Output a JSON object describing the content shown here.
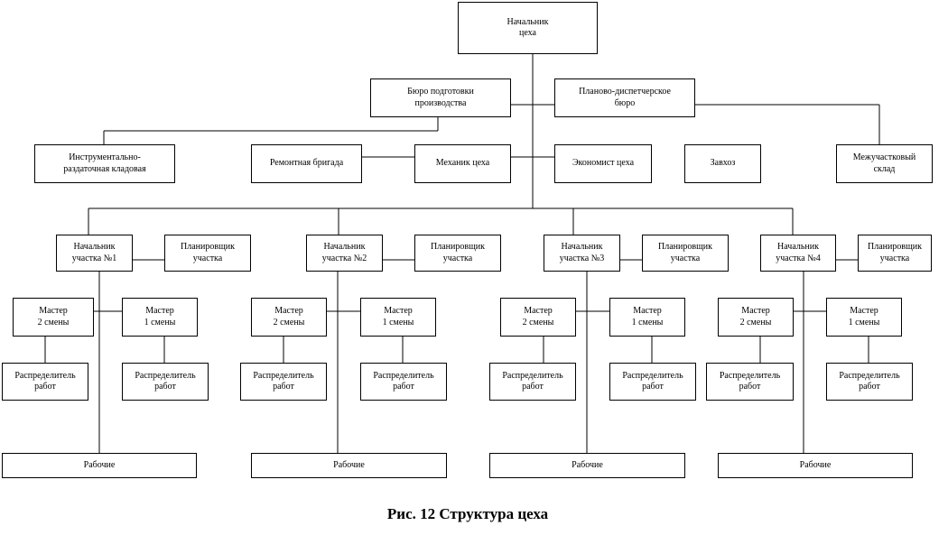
{
  "chart_data": {
    "type": "org-chart",
    "nodes": {
      "head": "Начальник\nцеха",
      "prep_bureau": "Бюро подготовки\nпроизводства",
      "plan_bureau": "Планово-диспетчерское\nбюро",
      "tool_store": "Инструментально-\nраздаточная кладовая",
      "repair_team": "Ремонтная бригада",
      "mechanic": "Механик цеха",
      "economist": "Экономист цеха",
      "zavhoz": "Завхоз",
      "warehouse": "Межучастковый\nсклад",
      "s1_head": "Начальник\nучастка №1",
      "s1_planner": "Планировщик\nучастка",
      "s1_m2": "Мастер\n2 смены",
      "s1_m1": "Мастер\n1 смены",
      "s1_d2": "Распределитель\nработ",
      "s1_d1": "Распределитель\nработ",
      "s1_workers": "Рабочие",
      "s2_head": "Начальник\nучастка №2",
      "s2_planner": "Планировщик\nучастка",
      "s2_m2": "Мастер\n2 смены",
      "s2_m1": "Мастер\n1 смены",
      "s2_d2": "Распределитель\nработ",
      "s2_d1": "Распределитель\nработ",
      "s2_workers": "Рабочие",
      "s3_head": "Начальник\nучастка №3",
      "s3_planner": "Планировщик\nучастка",
      "s3_m2": "Мастер\n2 смены",
      "s3_m1": "Мастер\n1 смены",
      "s3_d2": "Распределитель\nработ",
      "s3_d1": "Распределитель\nработ",
      "s3_workers": "Рабочие",
      "s4_head": "Начальник\nучастка №4",
      "s4_planner": "Планировщик\nучастка",
      "s4_m2": "Мастер\n2 смены",
      "s4_m1": "Мастер\n1 смены",
      "s4_d2": "Распределитель\nработ",
      "s4_d1": "Распределитель\nработ",
      "s4_workers": "Рабочие"
    },
    "caption": "Рис. 12 Структура цеха"
  }
}
